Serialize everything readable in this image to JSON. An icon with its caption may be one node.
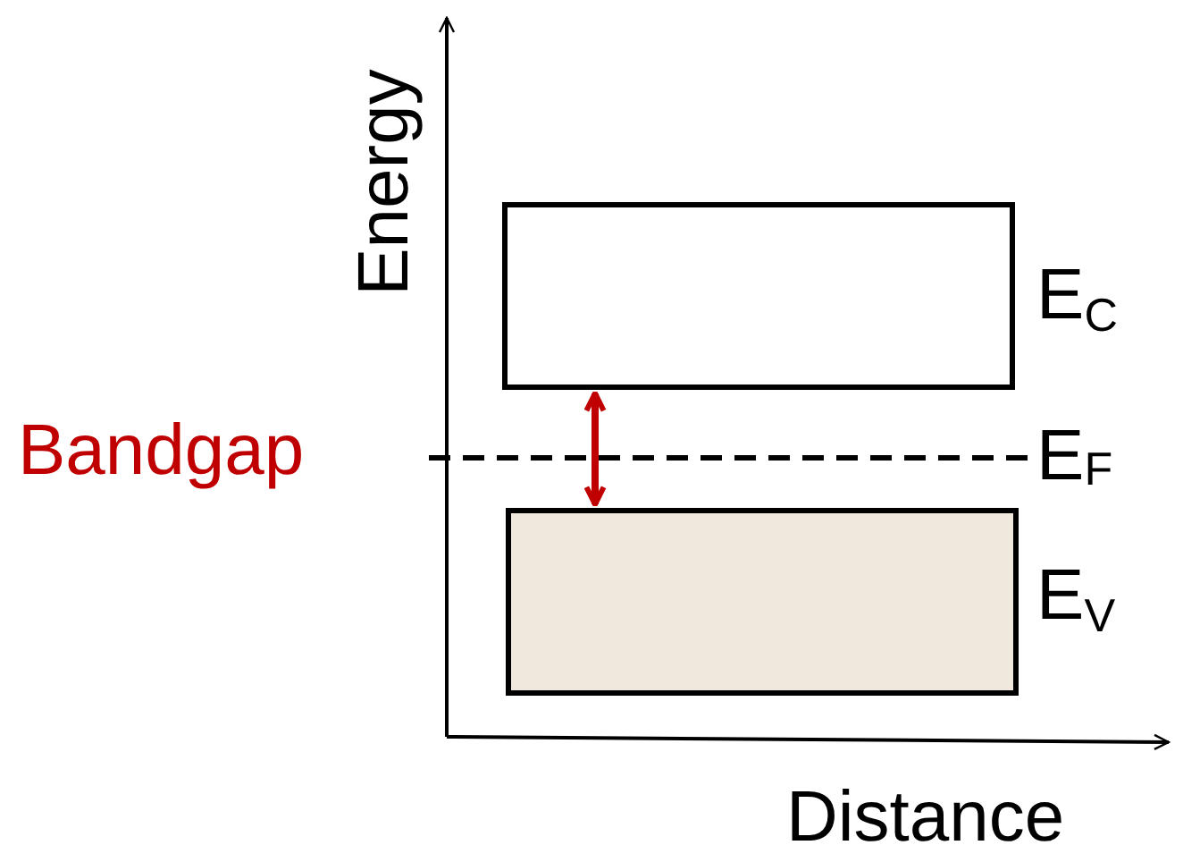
{
  "diagram": {
    "nodes": [
      {
        "text": [],
        "shape": "box",
        "beside": [
          "E$_{C}$"
        ]
      },
      {
        "text": [],
        "shape": "box",
        "beside": [
          "E$_{V}$"
        ]
      }
    ],
    "edges": [
      {
        "from": 0,
        "to": 1,
        "arrow": "both",
        "color": "#c00000"
      }
    ],
    "labels": [
      "Energy",
      "Bandgap",
      "E$_{F}$",
      "Distance"
    ]
  }
}
